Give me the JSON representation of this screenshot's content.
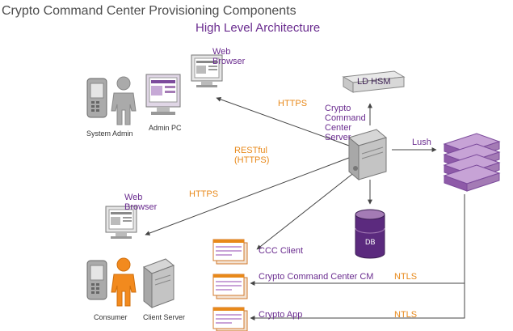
{
  "title": "Crypto Command Center Provisioning Components",
  "subtitle": "High Level Architecture",
  "labels": {
    "web_browser_top": "Web\nBrowser",
    "system_admin": "System Admin",
    "admin_pc": "Admin PC",
    "https_top": "HTTPS",
    "restful": "RESTful\n(HTTPS)",
    "ccc_server": "Crypto\nCommand\nCenter\nServer",
    "ld_hsm": "LD HSM",
    "lush": "Lush",
    "web_browser_bottom": "Web\nBrowser",
    "https_bottom": "HTTPS",
    "db": "DB",
    "ccc_client": "CCC Client",
    "ccc_cm": "Crypto Command Center CM",
    "crypto_app": "Crypto App",
    "ntls_1": "NTLS",
    "ntls_2": "NTLS",
    "consumer": "Consumer",
    "client_server": "Client Server"
  },
  "colors": {
    "purple": "#6a2c8f",
    "orange": "#e8891a",
    "hsm_purple": "#a47bb5"
  }
}
